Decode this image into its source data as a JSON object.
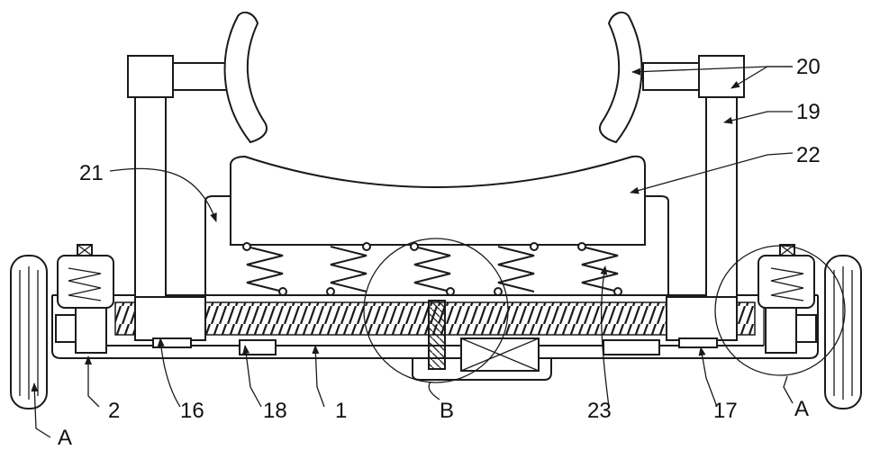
{
  "labels": {
    "l20": "20",
    "l19": "19",
    "l22": "22",
    "l21": "21",
    "l23": "23",
    "l17": "17",
    "lA_right": "A",
    "lA_left": "A",
    "l2": "2",
    "l16": "16",
    "l18": "18",
    "l1": "1",
    "lB": "B"
  },
  "colors": {
    "line": "#1a1a1a",
    "background": "#ffffff"
  }
}
